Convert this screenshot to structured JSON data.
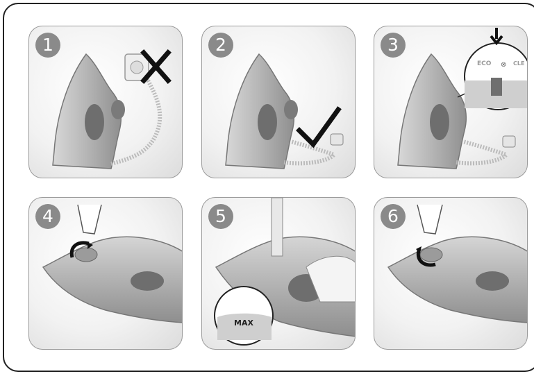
{
  "steps": [
    {
      "number": "1"
    },
    {
      "number": "2"
    },
    {
      "number": "3"
    },
    {
      "number": "4"
    },
    {
      "number": "5"
    },
    {
      "number": "6"
    }
  ],
  "labels": {
    "eco": "ECO",
    "anti_calc": "CLE",
    "max": "MAX"
  },
  "colors": {
    "iron_body": "#bdbdbd",
    "badge": "#8a8a8a",
    "outline": "#9a9a9a"
  }
}
